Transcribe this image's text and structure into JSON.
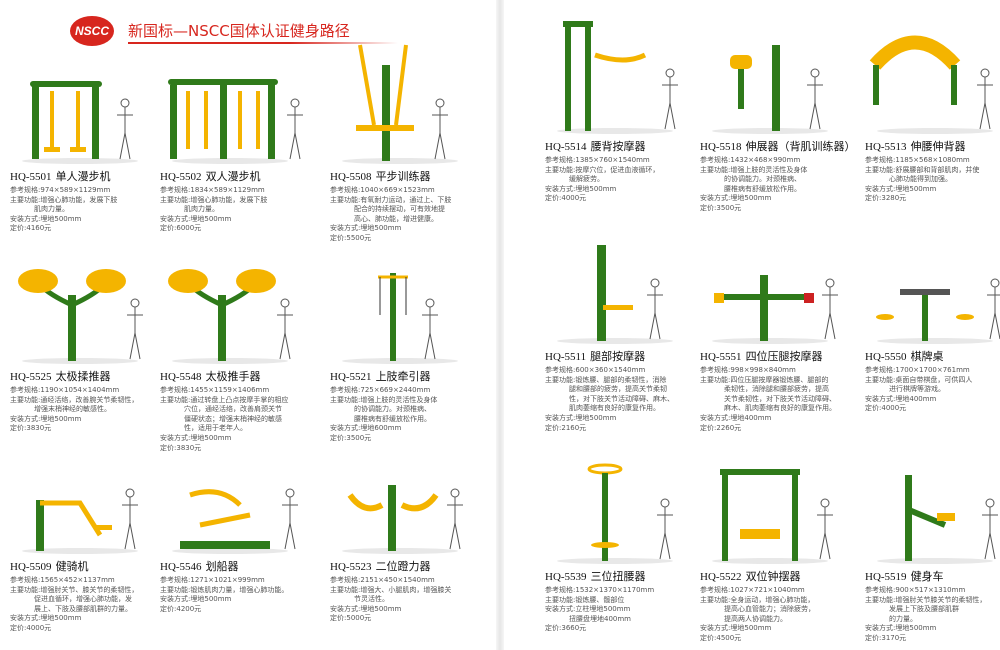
{
  "header": {
    "logo": "NSCC",
    "title": "新国标—NSCC国体认证健身路径"
  },
  "labels": {
    "spec": "参考规格:",
    "function": "主要功能:",
    "install": "安装方式:",
    "price": "定价:"
  },
  "products": [
    {
      "code": "HQ-5501",
      "name": "单人漫步机",
      "spec": "974×589×1129mm",
      "func": [
        "增强心肺功能，发展下肢",
        "肌肉力量。"
      ],
      "install": "埋地500mm",
      "price": "4160元"
    },
    {
      "code": "HQ-5502",
      "name": "双人漫步机",
      "spec": "1834×589×1129mm",
      "func": [
        "增强心肺功能，发展下肢",
        "肌肉力量。"
      ],
      "install": "埋地500mm",
      "price": "6000元"
    },
    {
      "code": "HQ-5508",
      "name": "平步训练器",
      "spec": "1040×669×1523mm",
      "func": [
        "有氧耐力运动，通过上、下肢",
        "配合的持续摆动，可有效地提",
        "高心、肺功能，增进健康。"
      ],
      "install": "埋地500mm",
      "price": "5500元"
    },
    {
      "code": "HQ-5525",
      "name": "太极揉推器",
      "spec": "1190×1054×1404mm",
      "func": [
        "通经活络，改善腕关节柔韧性，",
        "增强末梢神经的敏感性。"
      ],
      "install": "埋地500mm",
      "price": "3830元"
    },
    {
      "code": "HQ-5548",
      "name": "太极推手器",
      "spec": "1455×1159×1406mm",
      "func": [
        "通过转盘上凸点按摩手掌的相应",
        "穴位，通经活络，改善肩颈关节",
        "僵硬状态；增强末梢神经的敏感",
        "性，适用于老年人。"
      ],
      "install": "埋地500mm",
      "price": "3830元"
    },
    {
      "code": "HQ-5521",
      "name": "上肢牵引器",
      "spec": "725×669×2440mm",
      "func": [
        "增强上肢的灵活性及身体",
        "的协调能力。对颈椎病、",
        "腰椎病有舒缓放松作用。"
      ],
      "install": "埋地600mm",
      "price": "3500元"
    },
    {
      "code": "HQ-5509",
      "name": "健骑机",
      "spec": "1565×452×1137mm",
      "func": [
        "增强肘关节、膝关节的柔韧性，",
        "促进血循环，增强心肺功能，发",
        "展上、下肢及腰部肌群的力量。"
      ],
      "install": "埋地500mm",
      "price": "4000元"
    },
    {
      "code": "HQ-5546",
      "name": "划船器",
      "spec": "1271×1021×999mm",
      "func": [
        "锻炼肌肉力量，增强心肺功能。"
      ],
      "install": "埋地500mm",
      "price": "4200元"
    },
    {
      "code": "HQ-5523",
      "name": "二位蹬力器",
      "spec": "2151×450×1540mm",
      "func": [
        "增强大、小腿肌肉，增强膝关",
        "节灵活性。"
      ],
      "install": "埋地500mm",
      "price": "5000元"
    },
    {
      "code": "HQ-5514",
      "name": "腰背按摩器",
      "spec": "1385×760×1540mm",
      "func": [
        "按摩穴位，促进血液循环，",
        "缓解疲劳。"
      ],
      "install": "埋地500mm",
      "price": "4000元"
    },
    {
      "code": "HQ-5518",
      "name": "伸展器（背肌训练器）",
      "spec": "1432×468×990mm",
      "func": [
        "增强上肢的灵活性及身体",
        "的协调能力。对颈椎病、",
        "腰椎病有舒缓放松作用。"
      ],
      "install": "埋地500mm",
      "price": "3500元"
    },
    {
      "code": "HQ-5513",
      "name": "伸腰伸背器",
      "spec": "1185×568×1080mm",
      "func": [
        "舒展腰部和背部肌肉，并使",
        "心肺功能得到加强。"
      ],
      "install": "埋地500mm",
      "price": "3280元"
    },
    {
      "code": "HQ-5511",
      "name": "腿部按摩器",
      "spec": "600×360×1540mm",
      "func": [
        "锻炼腰、腿部的柔韧性，消除",
        "腿和腰部的疲劳，提高关节柔韧",
        "性，对下肢关节活动障碍、麻木、",
        "肌肉萎缩有良好的康复作用。"
      ],
      "install": "埋地500mm",
      "price": "2160元"
    },
    {
      "code": "HQ-5551",
      "name": "四位压腿按摩器",
      "spec": "998×998×840mm",
      "func": [
        "四位压腿按摩器锻炼腰、腿部的",
        "柔韧性，消除腿和腰部疲劳，提高",
        "关节柔韧性，对下肢关节活动障碍、",
        "麻木、肌肉萎缩有良好的康复作用。"
      ],
      "install": "埋地400mm",
      "price": "2260元"
    },
    {
      "code": "HQ-5550",
      "name": "棋牌桌",
      "spec": "1700×1700×761mm",
      "func": [
        "桌面自带棋盘，可供四人",
        "进行棋牌等游戏。"
      ],
      "install": "埋地400mm",
      "price": "4000元"
    },
    {
      "code": "HQ-5539",
      "name": "三位扭腰器",
      "spec": "1532×1370×1170mm",
      "func": [
        "锻炼腰、髋部位"
      ],
      "install": [
        "立柱埋地500mm",
        "扭腰盘埋地400mm"
      ],
      "price": "3660元"
    },
    {
      "code": "HQ-5522",
      "name": "双位钟摆器",
      "spec": "1027×721×1040mm",
      "func": [
        "全身运动，增强心肺功能，",
        "提高心血管能力；消除疲劳，",
        "提高两人协调能力。"
      ],
      "install": "埋地500mm",
      "price": "4500元"
    },
    {
      "code": "HQ-5519",
      "name": "健身车",
      "spec": "900×517×1310mm",
      "func": [
        "增强肘关节膝关节的柔韧性，",
        "发展上下肢及腰部肌群",
        "的力量。"
      ],
      "install": "埋地500mm",
      "price": "3170元"
    }
  ]
}
